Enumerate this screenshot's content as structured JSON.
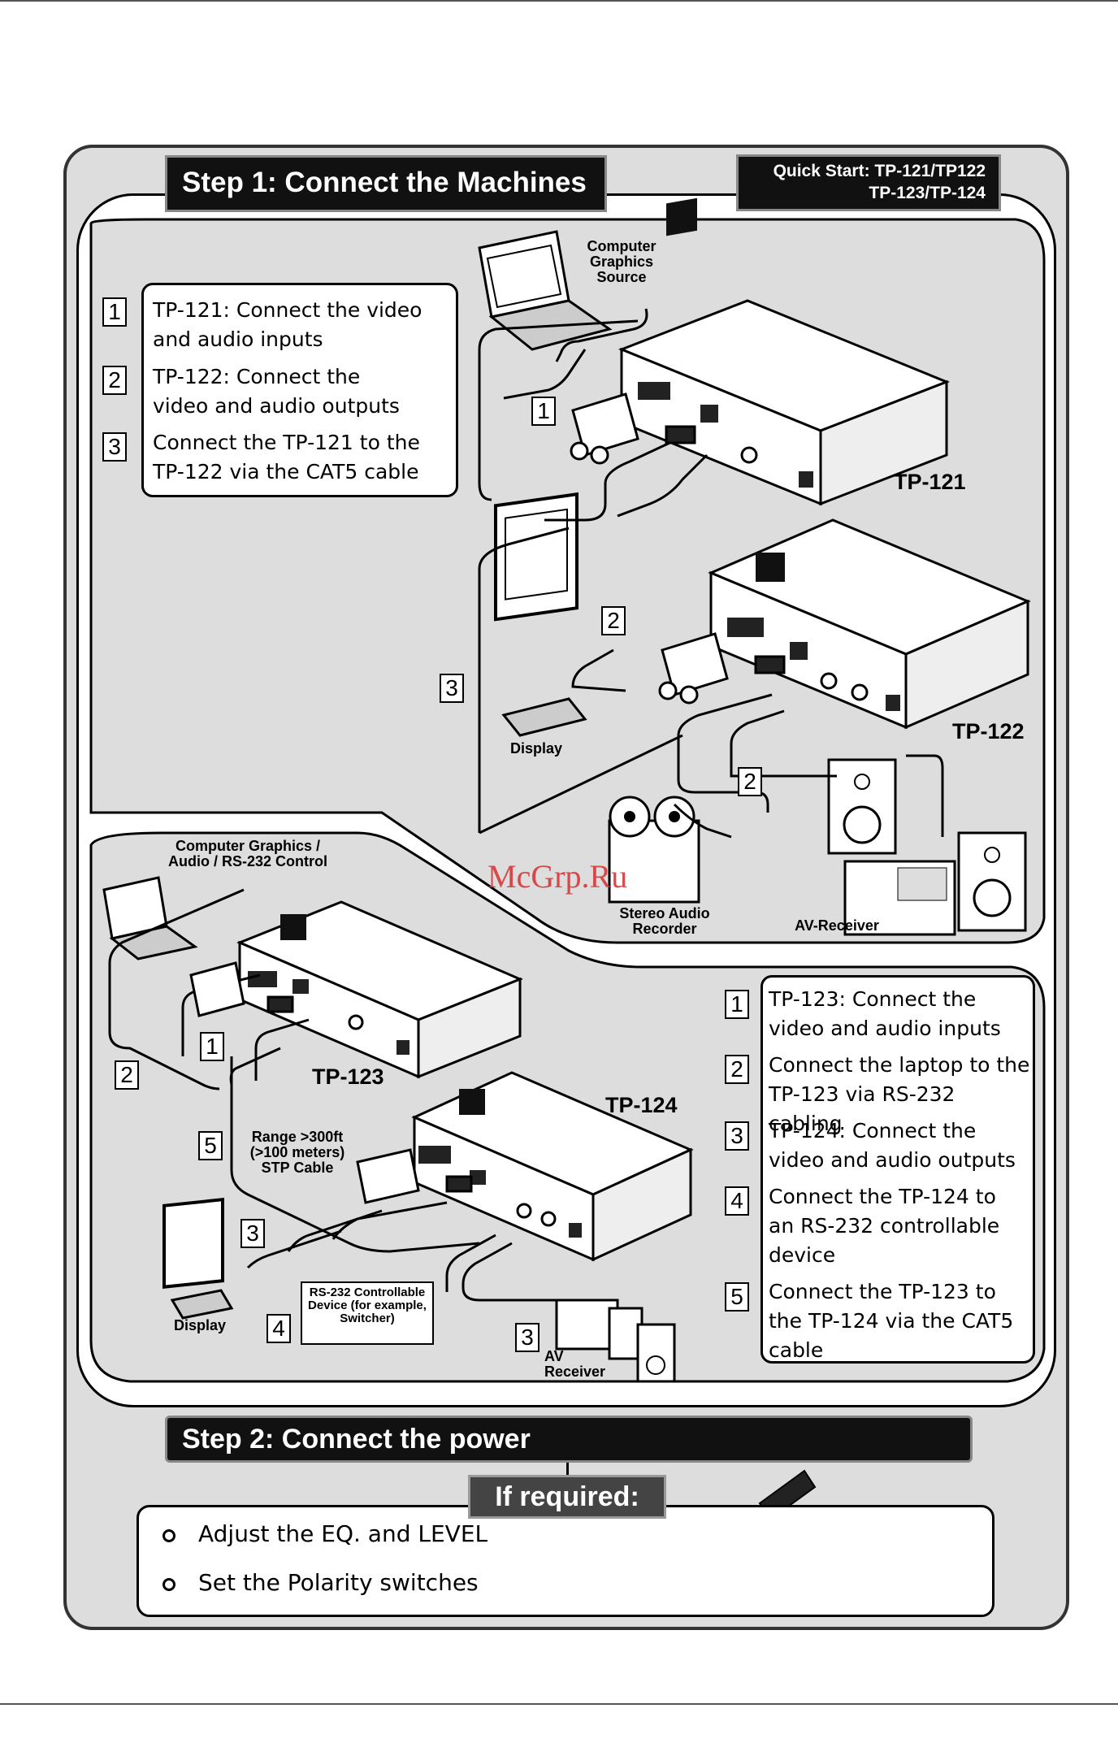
{
  "header": {
    "step1_title": "Step 1: Connect the Machines",
    "quick_start_line1": "Quick Start:  TP-121/TP122",
    "quick_start_line2": "TP-123/TP-124"
  },
  "top_section": {
    "instructions": [
      {
        "num": "1",
        "text": "TP-121: Connect the video and audio inputs"
      },
      {
        "num": "2",
        "text": "TP-122: Connect the video and audio outputs"
      },
      {
        "num": "3",
        "text": "Connect the TP-121 to the TP-122 via the CAT5 cable"
      }
    ],
    "labels": {
      "computer_source": "Computer Graphics Source",
      "display": "Display",
      "stereo_recorder": "Stereo Audio Recorder",
      "av_receiver": "AV-Receiver",
      "tp121": "TP-121",
      "tp122": "TP-122"
    },
    "callouts": {
      "c1": "1",
      "c2a": "2",
      "c2b": "2",
      "c3": "3"
    }
  },
  "bottom_section": {
    "instructions": [
      {
        "num": "1",
        "text": "TP-123: Connect the video and audio inputs"
      },
      {
        "num": "2",
        "text": "Connect the laptop to the TP-123 via RS-232 cabling"
      },
      {
        "num": "3",
        "text": "TP-124: Connect the video and audio outputs"
      },
      {
        "num": "4",
        "text": "Connect the TP-124 to an RS-232 controllable device"
      },
      {
        "num": "5",
        "text": "Connect the TP-123 to the TP-124 via the CAT5 cable"
      }
    ],
    "labels": {
      "computer_control": "Computer Graphics / Audio / RS-232 Control",
      "range": "Range >300ft (>100 meters) STP Cable",
      "display": "Display",
      "rs232_device": "RS-232 Controllable Device (for example, Switcher)",
      "av_receiver": "AV Receiver",
      "tp123": "TP-123",
      "tp124": "TP-124"
    },
    "callouts": {
      "c1": "1",
      "c2": "2",
      "c3a": "3",
      "c3b": "3",
      "c4": "4",
      "c5": "5"
    }
  },
  "step2": {
    "title": "Step 2: Connect the power",
    "if_required": "If required:",
    "items": [
      "Adjust the EQ. and LEVEL",
      "Set the Polarity switches"
    ]
  },
  "watermark": "McGrp.Ru"
}
